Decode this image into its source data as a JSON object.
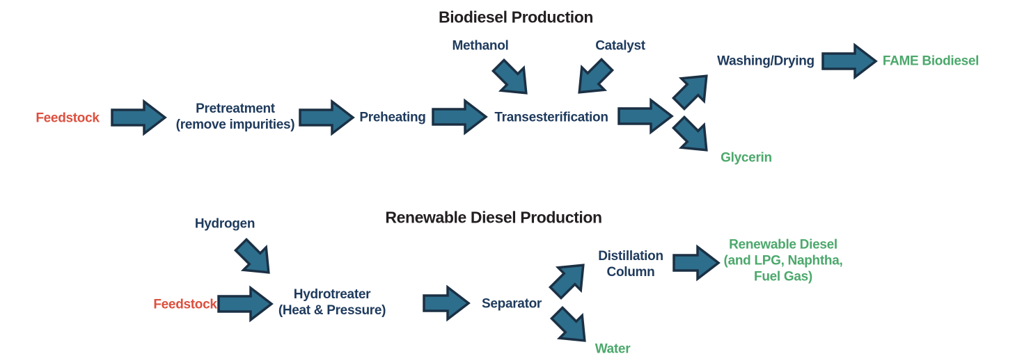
{
  "colors": {
    "background": "#FFFFFF",
    "arrow_fill": "#2D6E8C",
    "arrow_outline": "#1B3044",
    "process_text": "#1E3A5C",
    "input_text": "#DD4F3E",
    "output_text": "#4CA86C",
    "title_text": "#231F20"
  },
  "biodiesel": {
    "title": "Biodiesel Production",
    "feedstock": "Feedstock",
    "pretreatment_line1": "Pretreatment",
    "pretreatment_line2": "(remove impurities)",
    "preheating": "Preheating",
    "transesterification": "Transesterification",
    "methanol": "Methanol",
    "catalyst": "Catalyst",
    "washing_drying": "Washing/Drying",
    "fame_biodiesel": "FAME Biodiesel",
    "glycerin": "Glycerin"
  },
  "renewable_diesel": {
    "title": "Renewable Diesel Production",
    "hydrogen": "Hydrogen",
    "feedstock": "Feedstock",
    "hydrotreater_line1": "Hydrotreater",
    "hydrotreater_line2": "(Heat & Pressure)",
    "separator": "Separator",
    "distillation_line1": "Distillation",
    "distillation_line2": "Column",
    "output_line1": "Renewable Diesel",
    "output_line2": "(and LPG, Naphtha,",
    "output_line3": "Fuel Gas)",
    "water": "Water"
  }
}
